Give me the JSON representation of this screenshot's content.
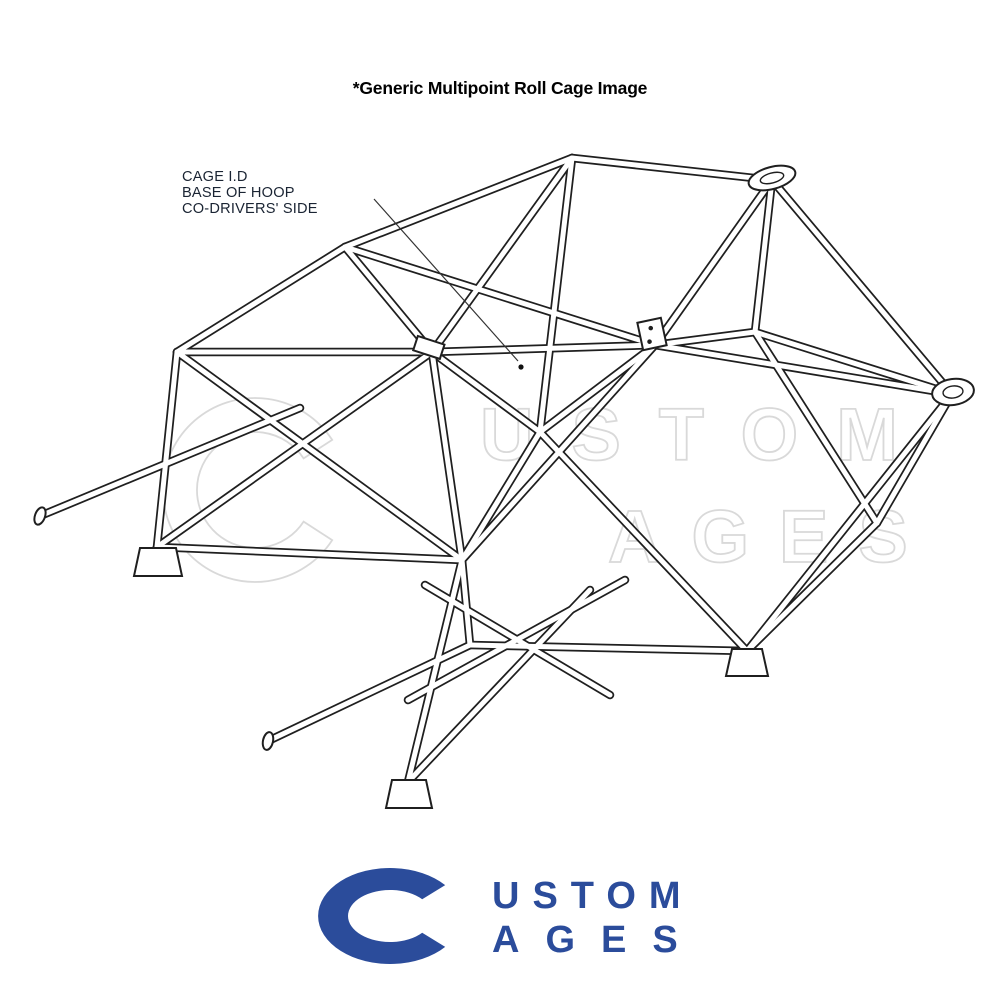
{
  "caption": "*Generic Multipoint Roll Cage Image",
  "annotation": {
    "line1": "CAGE I.D",
    "line2": "BASE OF HOOP",
    "line3": "CO-DRIVERS' SIDE"
  },
  "watermark": {
    "ustom": "USTOM",
    "ages": "AGES",
    "color": "#d9d9d9"
  },
  "logo": {
    "ustom": "USTOM",
    "ages": "AGES",
    "color": "#2b4c9b"
  }
}
